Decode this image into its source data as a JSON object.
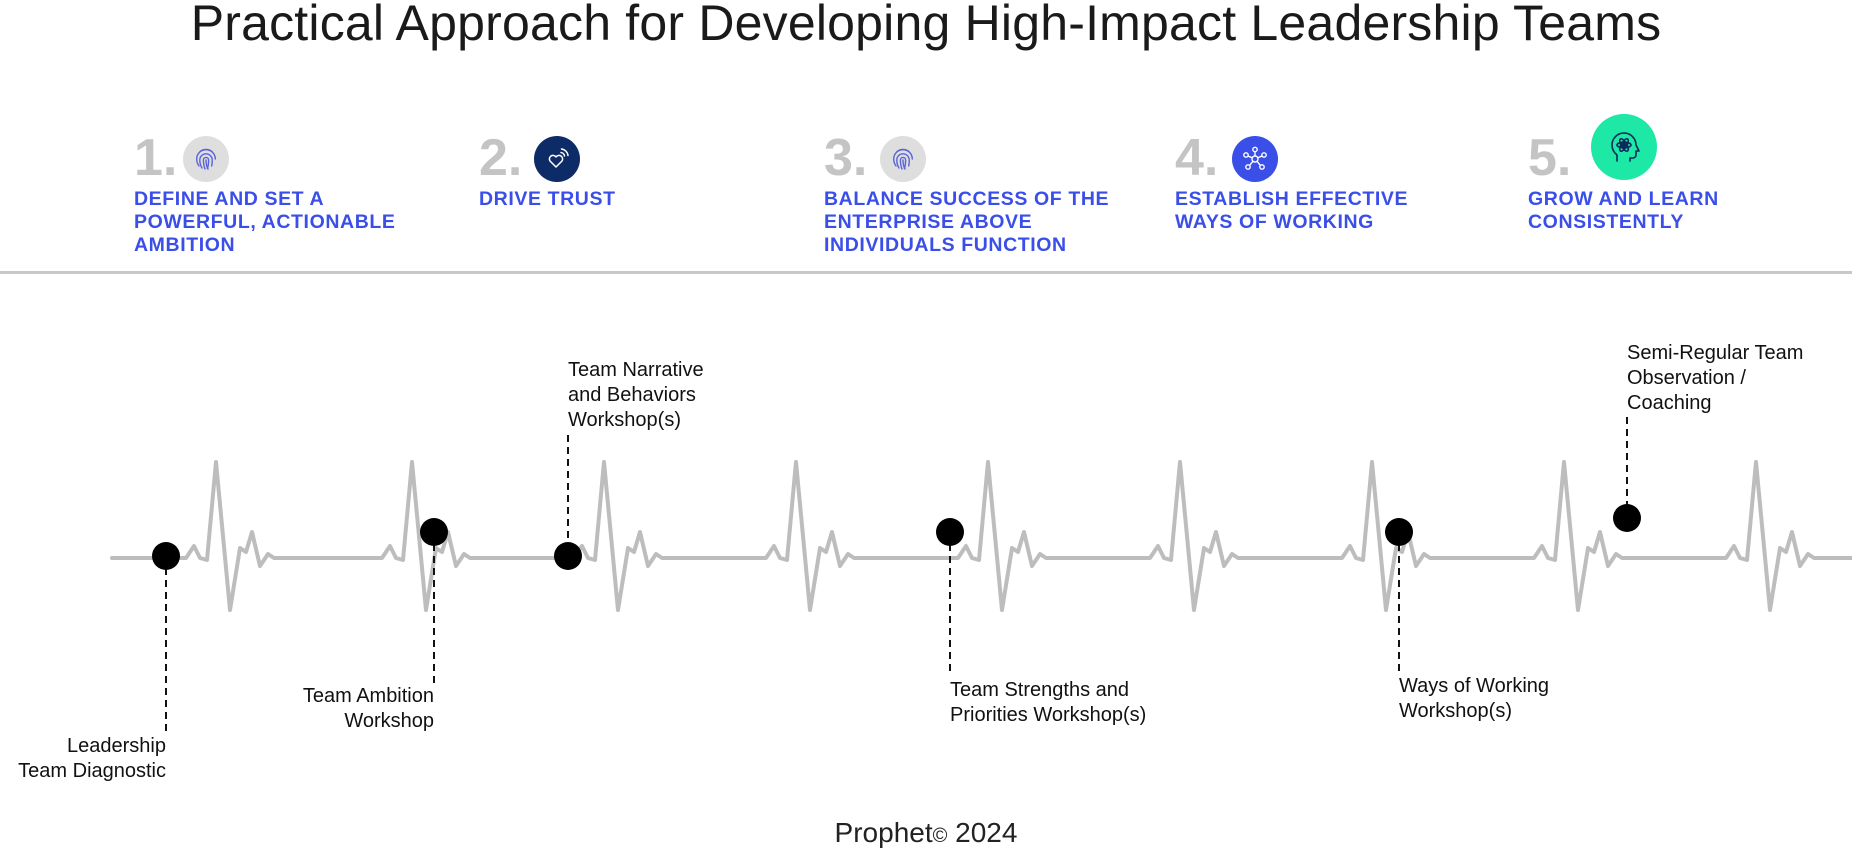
{
  "title": "Practical Approach for Developing High-Impact Leadership Teams",
  "steps": [
    {
      "num": "1.",
      "label_lines": [
        "Define and set a",
        "powerful, actionable",
        "ambition"
      ],
      "icon": "fingerprint-icon",
      "icon_bg": "#dedede",
      "icon_fg": "#5a63d8"
    },
    {
      "num": "2.",
      "label_lines": [
        "Drive trust"
      ],
      "icon": "heart-signal-icon",
      "icon_bg": "#0d2b66",
      "icon_fg": "#ffffff"
    },
    {
      "num": "3.",
      "label_lines": [
        "Balance success of the",
        "enterprise above",
        "individuals function"
      ],
      "icon": "fingerprint-icon",
      "icon_bg": "#dedede",
      "icon_fg": "#5a63d8"
    },
    {
      "num": "4.",
      "label_lines": [
        "Establish effective",
        "ways of working"
      ],
      "icon": "network-icon",
      "icon_bg": "#3a4ee8",
      "icon_fg": "#ffffff"
    },
    {
      "num": "5.",
      "label_lines": [
        "Grow and learn",
        "consistently"
      ],
      "icon": "head-atom-icon",
      "icon_bg": "#1ee8a5",
      "icon_fg": "#0b2a5a"
    }
  ],
  "milestones": [
    {
      "lines": [
        "Leadership",
        "Team Diagnostic"
      ]
    },
    {
      "lines": [
        "Team Ambition",
        "Workshop"
      ]
    },
    {
      "lines": [
        "Team Narrative",
        "and Behaviors",
        "Workshop(s)"
      ]
    },
    {
      "lines": [
        "Team Strengths and",
        "Priorities Workshop(s)"
      ]
    },
    {
      "lines": [
        "Ways of Working",
        "Workshop(s)"
      ]
    },
    {
      "lines": [
        "Semi-Regular Team",
        "Observation /",
        "Coaching"
      ]
    }
  ],
  "footer": {
    "brand": "Prophet",
    "copyright": "©",
    "year": "2024"
  },
  "colors": {
    "accent": "#3a4ee8",
    "step_number": "#c4c4c4",
    "pulse": "#bdbdbd",
    "divider": "#c8c8c8",
    "marker": "#000000"
  }
}
